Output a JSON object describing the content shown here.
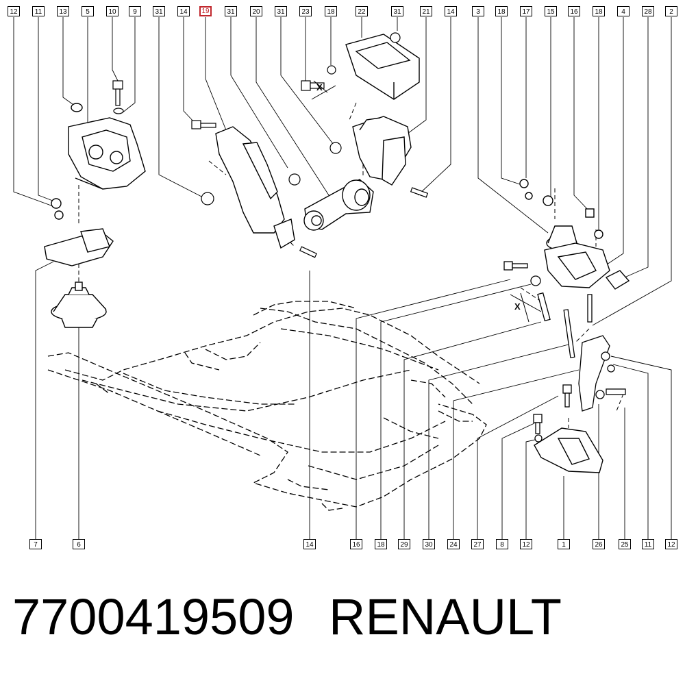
{
  "callouts_top": [
    "12",
    "11",
    "13",
    "5",
    "10",
    "9",
    "31",
    "14",
    "19",
    "31",
    "20",
    "31",
    "23",
    "18",
    "22",
    "31",
    "21",
    "14",
    "3",
    "18",
    "17",
    "15",
    "16",
    "18",
    "4",
    "28",
    "2"
  ],
  "callouts_bottom": [
    "7",
    "6",
    "14",
    "16",
    "18",
    "29",
    "30",
    "24",
    "27",
    "8",
    "12",
    "1",
    "26",
    "25",
    "11",
    "12"
  ],
  "highlighted_callout": "19",
  "dimension_marks": [
    "X",
    "X"
  ],
  "footer": {
    "part_number": "7700419509",
    "brand": "RENAULT"
  },
  "colors": {
    "highlight": "#c0262c",
    "line": "#000000"
  }
}
